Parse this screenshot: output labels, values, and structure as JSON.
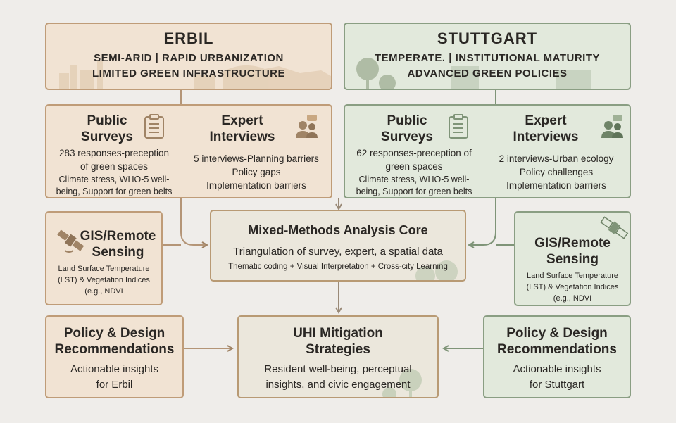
{
  "colors": {
    "tan": "#bf9c78",
    "green": "#7f9478",
    "arrow": "#a08466"
  },
  "erbil": {
    "title": "ERBIL",
    "line1": "SEMI-ARID | RAPID URBANIZATION",
    "line2": "LIMITED GREEN INFRASTRUCTURE",
    "surveys": {
      "title1": "Public",
      "title2": "Surveys",
      "l1": "283 responses-preception",
      "l2": "of green spaces",
      "l3": "Climate stress, WHO-5 well-",
      "l4": "being, Support for green belts"
    },
    "interviews": {
      "title1": "Expert",
      "title2": "Interviews",
      "l1": "5 interviews-Planning barriers",
      "l2": "Policy gaps",
      "l3": "Implementation barriers"
    },
    "gis": {
      "title1": "GIS/Remote",
      "title2": "Sensing",
      "l1": "Land Surface Temperature",
      "l2": "(LST) & Vegetation Indices",
      "l3": "(e.g., NDVI"
    },
    "policy": {
      "title1": "Policy & Design",
      "title2": "Recommendations",
      "l1": "Actionable insights",
      "l2": "for Erbil"
    }
  },
  "stuttgart": {
    "title": "STUTTGART",
    "line1": "TEMPERATE. | INSTITUTIONAL MATURITY",
    "line2": "ADVANCED GREEN POLICIES",
    "surveys": {
      "title1": "Public",
      "title2": "Surveys",
      "l1": "62 responses-preception of",
      "l2": "green spaces",
      "l3": "Climate stress, WHO-5 well-",
      "l4": "being, Support for green belts"
    },
    "interviews": {
      "title1": "Expert",
      "title2": "Interviews",
      "l1": "2 interviews-Urban ecology",
      "l2": "Policy challenges",
      "l3": "Implementation barriers"
    },
    "gis": {
      "title1": "GIS/Remote",
      "title2": "Sensing",
      "l1": "Land Surface Temperature",
      "l2": "(LST) & Vegetation Indices",
      "l3": "(e.g., NDVI"
    },
    "policy": {
      "title1": "Policy & Design",
      "title2": "Recommendations",
      "l1": "Actionable insights",
      "l2": "for Stuttgart"
    }
  },
  "core": {
    "title": "Mixed-Methods Analysis Core",
    "l1": "Triangulation of survey, expert, a spatial data",
    "l2": "Thematic coding + Visual Interpretation + Cross-city Learning"
  },
  "uhi": {
    "title1": "UHI Mitigation",
    "title2": "Strategies",
    "l1": "Resident well-being, perceptual",
    "l2": "insights, and civic engagement"
  },
  "icons": [
    "clipboard-icon",
    "people-chat-icon",
    "satellite-icon",
    "tree-icon",
    "skyline-icon"
  ]
}
